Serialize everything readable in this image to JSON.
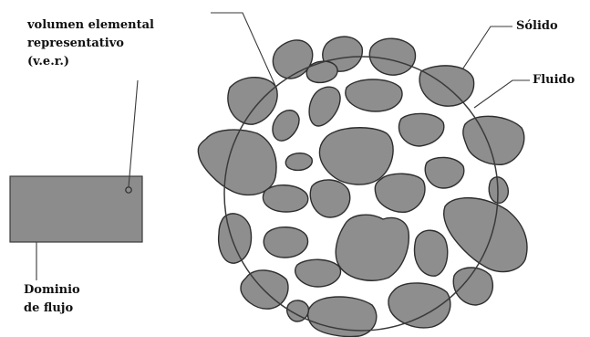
{
  "labels": {
    "rev": [
      "volumen elemental",
      "representativo",
      "(v.e.r.)"
    ],
    "domain": [
      "Dominio",
      "de flujo"
    ],
    "solid": "Sólido",
    "fluid": "Fluido"
  },
  "colors": {
    "grain_fill": "#8e8e8e",
    "grain_stroke": "#2e2e2e",
    "domain_fill": "#8c8c8c",
    "line": "#3a3a3a"
  }
}
